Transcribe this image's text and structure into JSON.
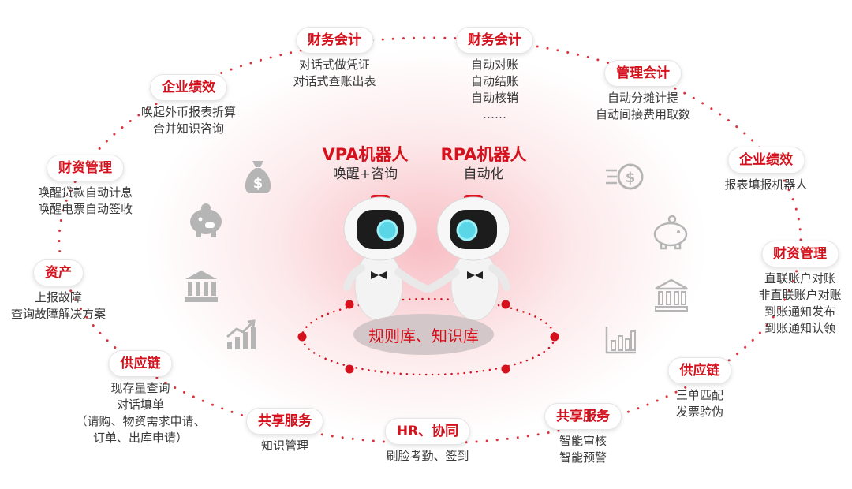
{
  "colors": {
    "accent": "#d4111c",
    "icon_gray": "#b5b5b5",
    "text": "#333333"
  },
  "center": {
    "vpa_title": "VPA机器人",
    "vpa_sub": "唤醒+咨询",
    "rpa_title": "RPA机器人",
    "rpa_sub": "自动化",
    "knowledge_base": "规则库、知识库"
  },
  "nodes": [
    {
      "id": "n1",
      "label": "财务会计",
      "lines": [
        "对话式做凭证",
        "对话式查账出表"
      ]
    },
    {
      "id": "n2",
      "label": "财务会计",
      "lines": [
        "自动对账",
        "自动结账",
        "自动核销",
        "……"
      ]
    },
    {
      "id": "n3",
      "label": "管理会计",
      "lines": [
        "自动分摊计提",
        "自动间接费用取数"
      ]
    },
    {
      "id": "n4",
      "label": "企业绩效",
      "lines": [
        "报表填报机器人"
      ]
    },
    {
      "id": "n5",
      "label": "财资管理",
      "lines": [
        "直联账户对账",
        "非直联账户对账",
        "到账通知发布",
        "到账通知认领"
      ]
    },
    {
      "id": "n6",
      "label": "供应链",
      "lines": [
        "三单匹配",
        "发票验伪"
      ]
    },
    {
      "id": "n7",
      "label": "共享服务",
      "lines": [
        "智能审核",
        "智能预警"
      ]
    },
    {
      "id": "n8",
      "label": "HR、协同",
      "lines": [
        "刷脸考勤、签到"
      ]
    },
    {
      "id": "n9",
      "label": "共享服务",
      "lines": [
        "知识管理"
      ]
    },
    {
      "id": "n10",
      "label": "供应链",
      "lines": [
        "现存量查询",
        "对话填单",
        "（请购、物资需求申请、",
        "订单、出库申请）"
      ]
    },
    {
      "id": "n11",
      "label": "资产",
      "lines": [
        "上报故障",
        "查询故障解决方案"
      ]
    },
    {
      "id": "n12",
      "label": "财资管理",
      "lines": [
        "唤醒贷款自动计息",
        "唤醒电票自动签收"
      ]
    },
    {
      "id": "n13",
      "label": "企业绩效",
      "lines": [
        "唤起外币报表折算",
        "合并知识咨询"
      ]
    }
  ],
  "icons": {
    "left": [
      "money-bag-icon",
      "piggy-bank-icon",
      "bank-icon",
      "growth-chart-icon"
    ],
    "right": [
      "coin-icon",
      "piggy-bank-outline-icon",
      "bank-outline-icon",
      "bar-chart-icon"
    ]
  }
}
